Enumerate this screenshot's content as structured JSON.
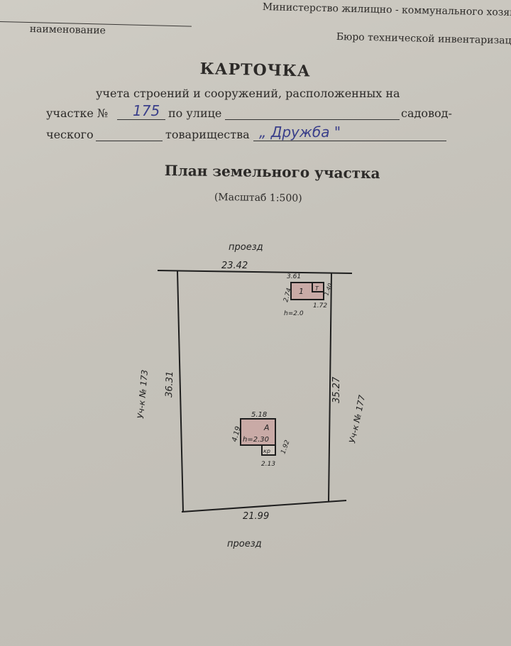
{
  "header": {
    "ministry": "Министерство жилищно - коммунального хозяйства",
    "name_caption": "наименование",
    "bureau": "Бюро технической инвентаризации"
  },
  "card": {
    "title": "КАРТОЧКА",
    "line1": "учета строений и сооружений, расположенных на",
    "plot_label": "участке №",
    "plot_number": "175",
    "street_label": "по улице",
    "street_value": "",
    "garden_suffix": "садовод-",
    "garden_prefix": "ческого",
    "partnership_label": "товарищества",
    "partnership_value": "„ Дружба \""
  },
  "plan": {
    "title": "План земельного участка",
    "scale": "(Масштаб 1:500)",
    "top_road": "проезд",
    "bottom_road": "проезд",
    "top_length": "23.42",
    "bottom_length": "21.99",
    "left_length": "36.31",
    "right_length": "35.27",
    "left_neighbor": "Уч-к № 173",
    "right_neighbor": "Уч-к № 177",
    "building1": {
      "label": "1",
      "annex": "Т",
      "width": "3.61",
      "depth": "2.74",
      "annex_depth": "1.40",
      "annex_width": "1.72",
      "height": "h=2.0"
    },
    "buildingA": {
      "label": "А",
      "width": "5.18",
      "depth": "4.19",
      "height": "h=2.30",
      "porch": "кр",
      "porch_depth": "1.92",
      "porch_width": "2.13"
    }
  }
}
